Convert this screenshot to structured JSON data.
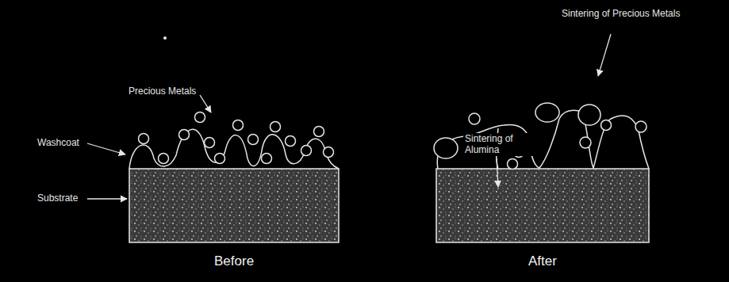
{
  "diagram": {
    "labels": [
      "Precious Metals",
      "Washcoat",
      "Substrate",
      "Before",
      "Sintering of Alumina",
      "Sintering of Precious Metals",
      "After"
    ]
  }
}
